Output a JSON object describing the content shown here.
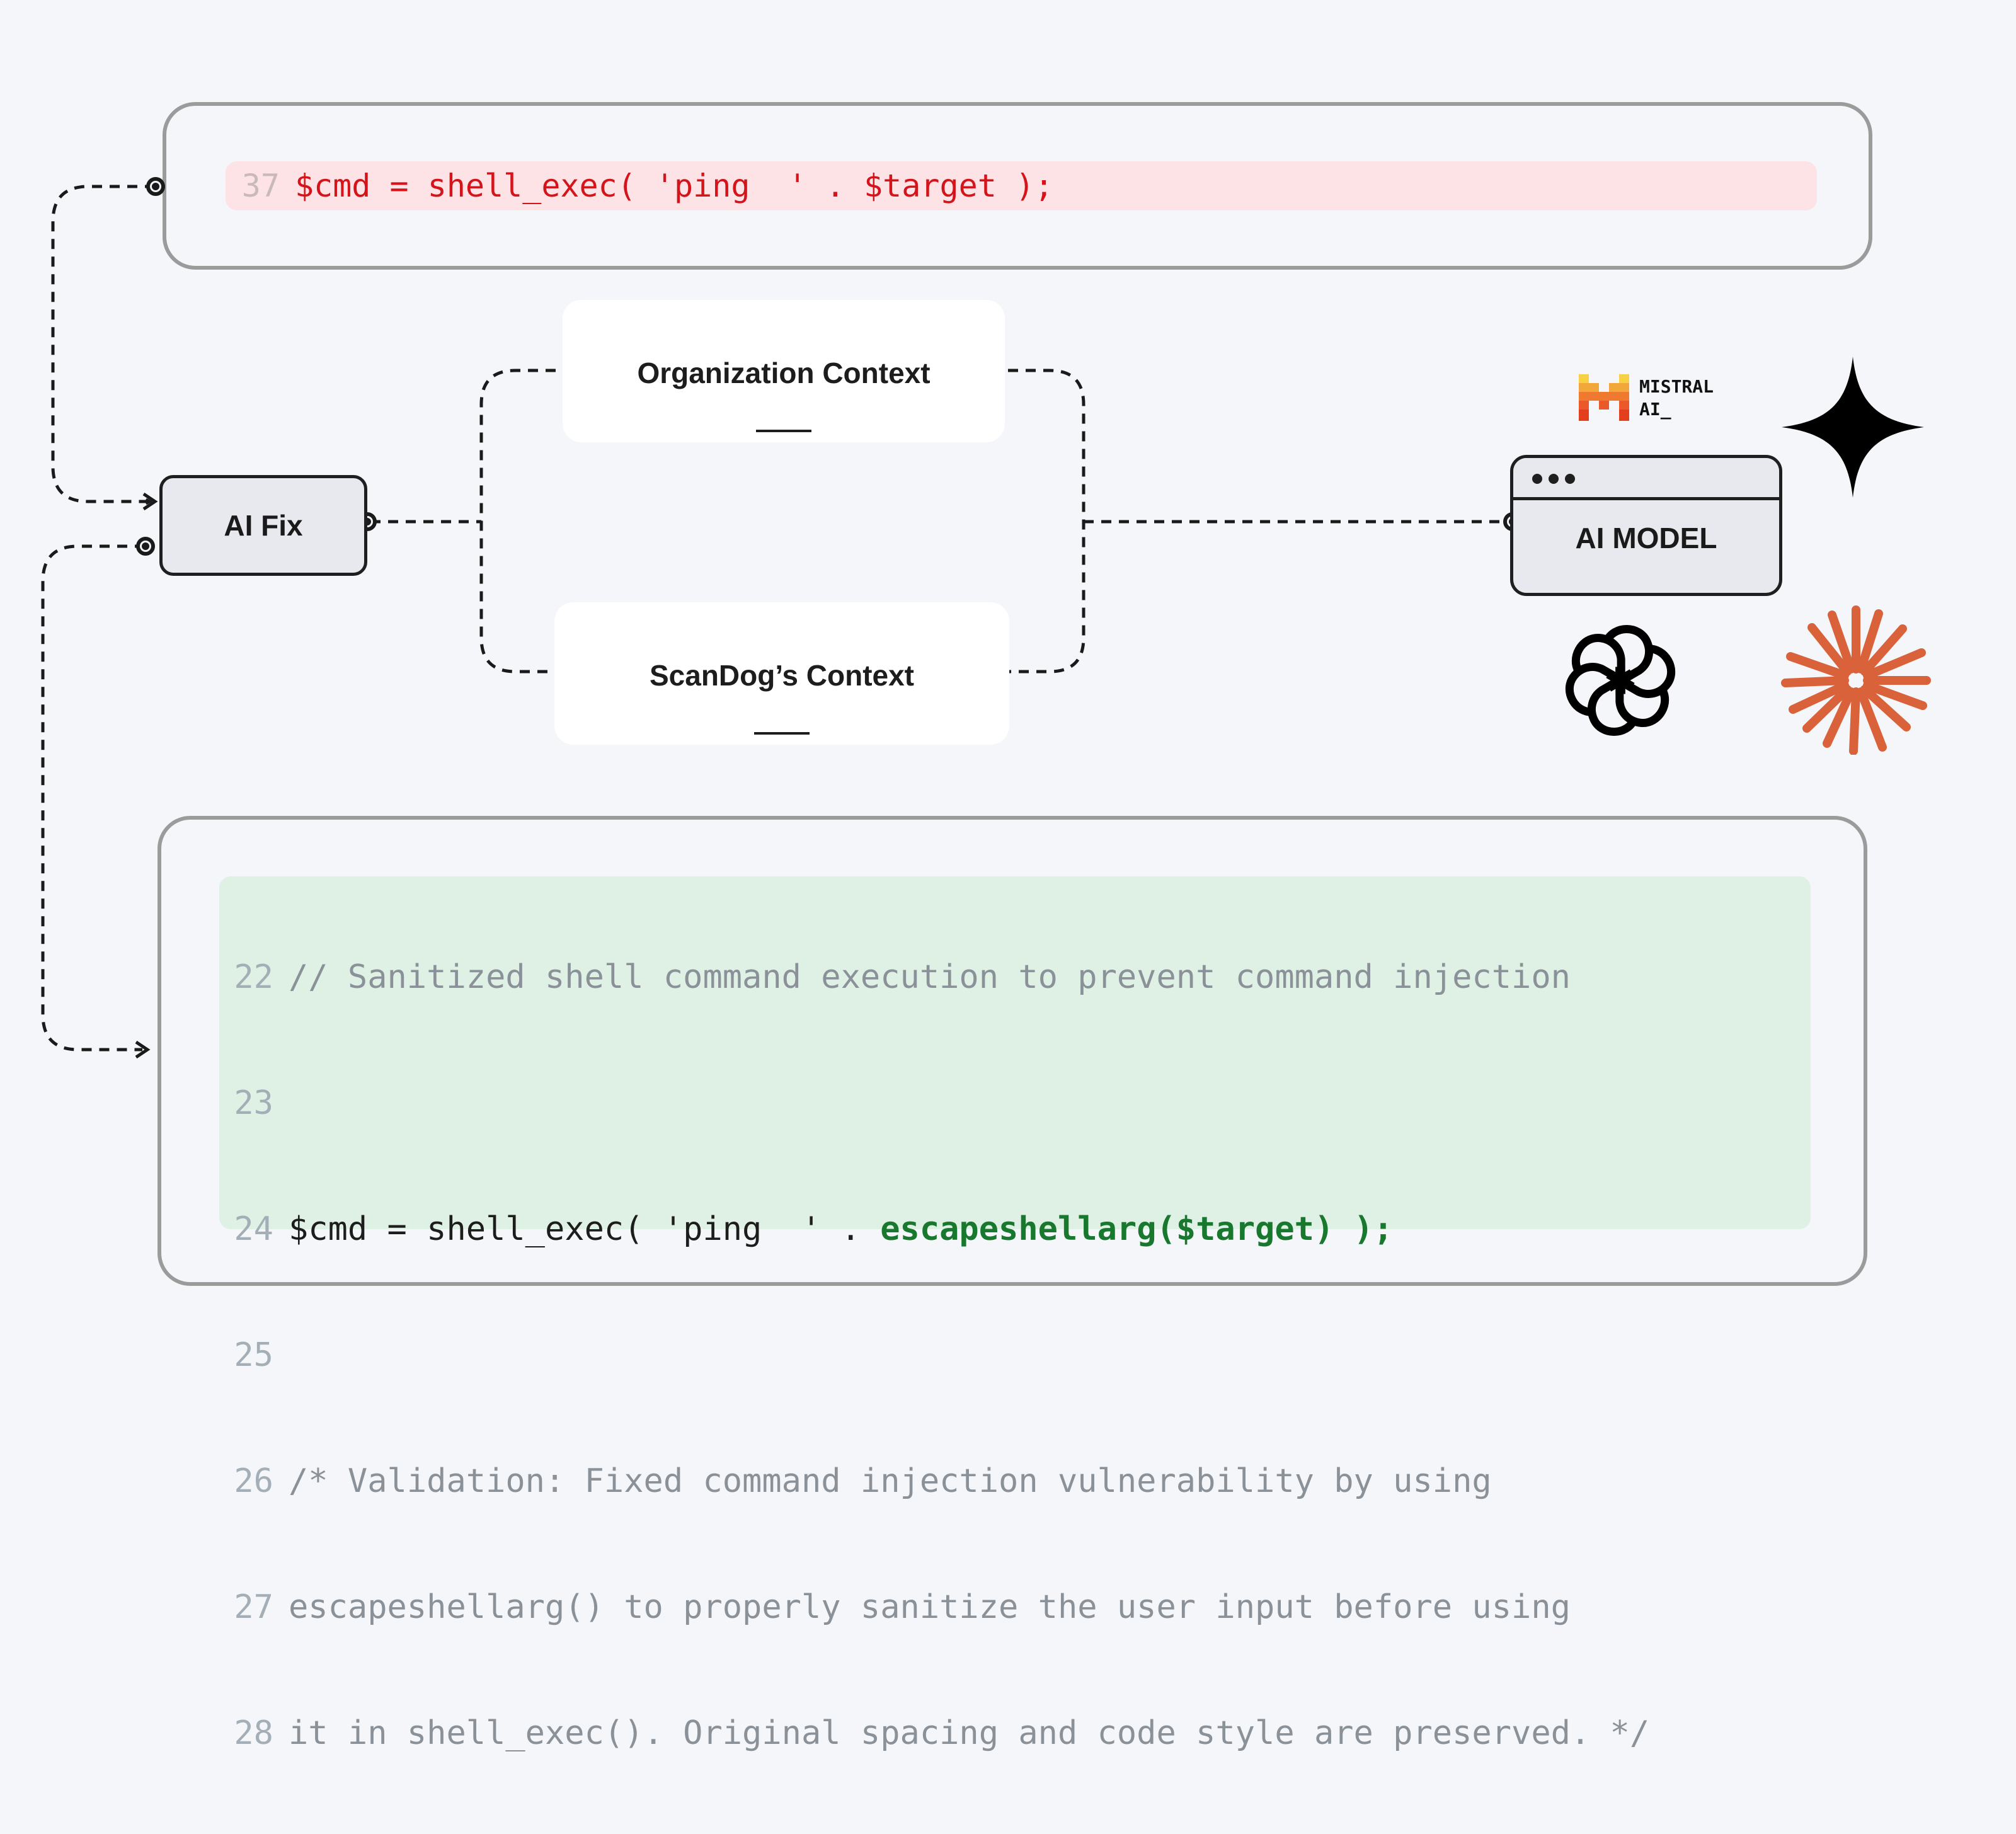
{
  "vulnerable_code": {
    "line_number": "37",
    "code": "$cmd = shell_exec( 'ping  ' . $target );"
  },
  "ai_fix": {
    "label": "AI Fix"
  },
  "contexts": {
    "organization": {
      "title": "Organization Context"
    },
    "scandog": {
      "title": "ScanDog’s Context"
    }
  },
  "ai_model": {
    "label": "AI MODEL",
    "providers": {
      "mistral_text_line1": "MISTRAL",
      "mistral_text_line2": "AI_",
      "icons": [
        "mistral-logo",
        "gemini-sparkle-icon",
        "openai-logo",
        "anthropic-claude-starburst-icon"
      ]
    }
  },
  "fixed_code": {
    "lines": [
      {
        "number": "22",
        "comment": "// Sanitized shell command execution to prevent command injection"
      },
      {
        "number": "23",
        "comment": ""
      },
      {
        "number": "24",
        "code": "$cmd = shell_exec( 'ping  ' . ",
        "highlight": "escapeshellarg($target) );",
        "code_after": ""
      },
      {
        "number": "25",
        "comment": ""
      },
      {
        "number": "26",
        "comment": "/* Validation: Fixed command injection vulnerability by using"
      },
      {
        "number": "27",
        "comment": "escapeshellarg() to properly sanitize the user input before using"
      },
      {
        "number": "28",
        "comment": "it in shell_exec(). Original spacing and code style are preserved. */"
      }
    ]
  },
  "colors": {
    "vulnerable_bg": "#fde3e5",
    "vulnerable_text": "#d4141a",
    "fixed_bg": "#dff1e4",
    "fixed_highlight": "#17782e",
    "claude_orange": "#d9623b"
  }
}
